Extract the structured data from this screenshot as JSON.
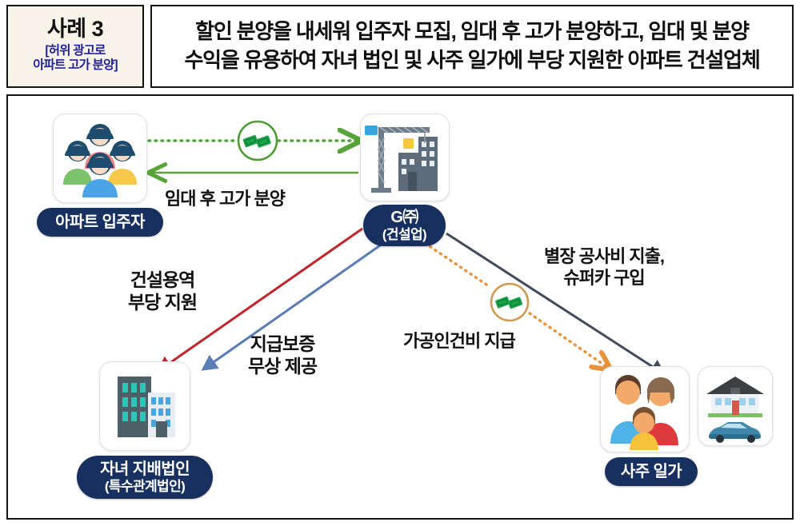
{
  "header": {
    "case_label": "사례 3",
    "case_sub_line1": "[허위 광고로",
    "case_sub_line2": "아파트 고가 분양]",
    "title_line1": "할인 분양을 내세워 입주자 모집, 임대 후 고가 분양하고, 임대 및 분양",
    "title_line2": "수익을 유용하여 자녀 법인 및 사주 일가에 부당 지원한 아파트 건설업체"
  },
  "nodes": {
    "residents": {
      "label": "아파트 입주자",
      "icon": "people-group-icon"
    },
    "company": {
      "label_line1": "G㈜",
      "label_line2": "(건설업)",
      "icon": "construction-crane-icon"
    },
    "child_corp": {
      "label_line1": "자녀 지배법인",
      "label_line2": "(특수관계법인)",
      "icon": "office-building-icon"
    },
    "owner_family": {
      "label": "사주 일가",
      "icon": "family-icon"
    },
    "assets": {
      "icon_house": "villa-house-icon",
      "icon_car": "supercar-icon"
    }
  },
  "edges": {
    "rent_then_sell": "임대 후 고가 분양",
    "construction_support_line1": "건설용역",
    "construction_support_line2": "부당 지원",
    "payment_guarantee_line1": "지급보증",
    "payment_guarantee_line2": "무상 제공",
    "villa_supercar_line1": "별장 공사비 지출,",
    "villa_supercar_line2": "슈퍼카 구입",
    "fake_labor_cost": "가공인건비 지급"
  },
  "icons": {
    "money_flow_residents": "money-bills-icon",
    "money_flow_family": "money-bills-icon"
  },
  "colors": {
    "badge_navy": "#18305f",
    "case_sub_blue": "#20209a",
    "case_box_bg": "#f8f4e9",
    "arrow_green": "#57a53a",
    "arrow_red": "#c0262c",
    "arrow_blue": "#5b7cb4",
    "arrow_slate": "#414b5c",
    "arrow_orange": "#e8933c",
    "frame_black": "#141414"
  }
}
